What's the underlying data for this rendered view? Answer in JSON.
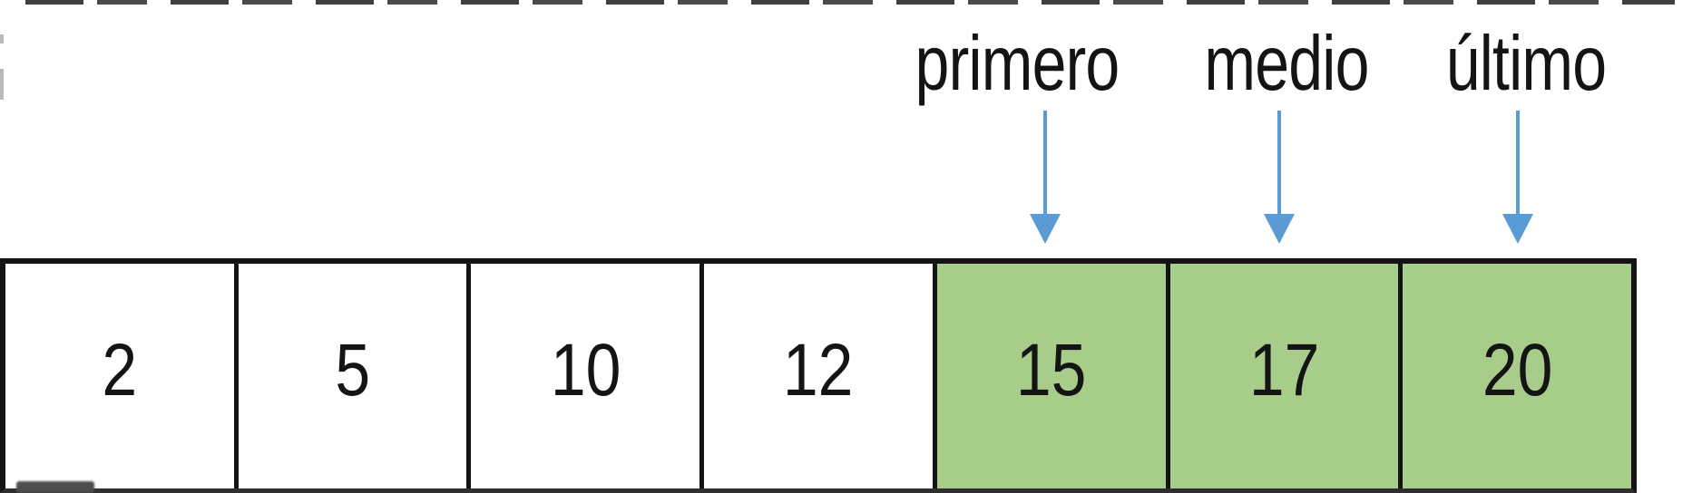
{
  "pointers": [
    {
      "label": "primero"
    },
    {
      "label": "medio"
    },
    {
      "label": "último"
    }
  ],
  "array": {
    "cells": [
      {
        "value": "2",
        "highlighted": false
      },
      {
        "value": "5",
        "highlighted": false
      },
      {
        "value": "10",
        "highlighted": false
      },
      {
        "value": "12",
        "highlighted": false
      },
      {
        "value": "15",
        "highlighted": true
      },
      {
        "value": "17",
        "highlighted": true
      },
      {
        "value": "20",
        "highlighted": true
      }
    ]
  },
  "colors": {
    "highlight": "#a8cd8b",
    "arrow": "#5b9bd5",
    "border": "#141414",
    "text": "#141414"
  }
}
